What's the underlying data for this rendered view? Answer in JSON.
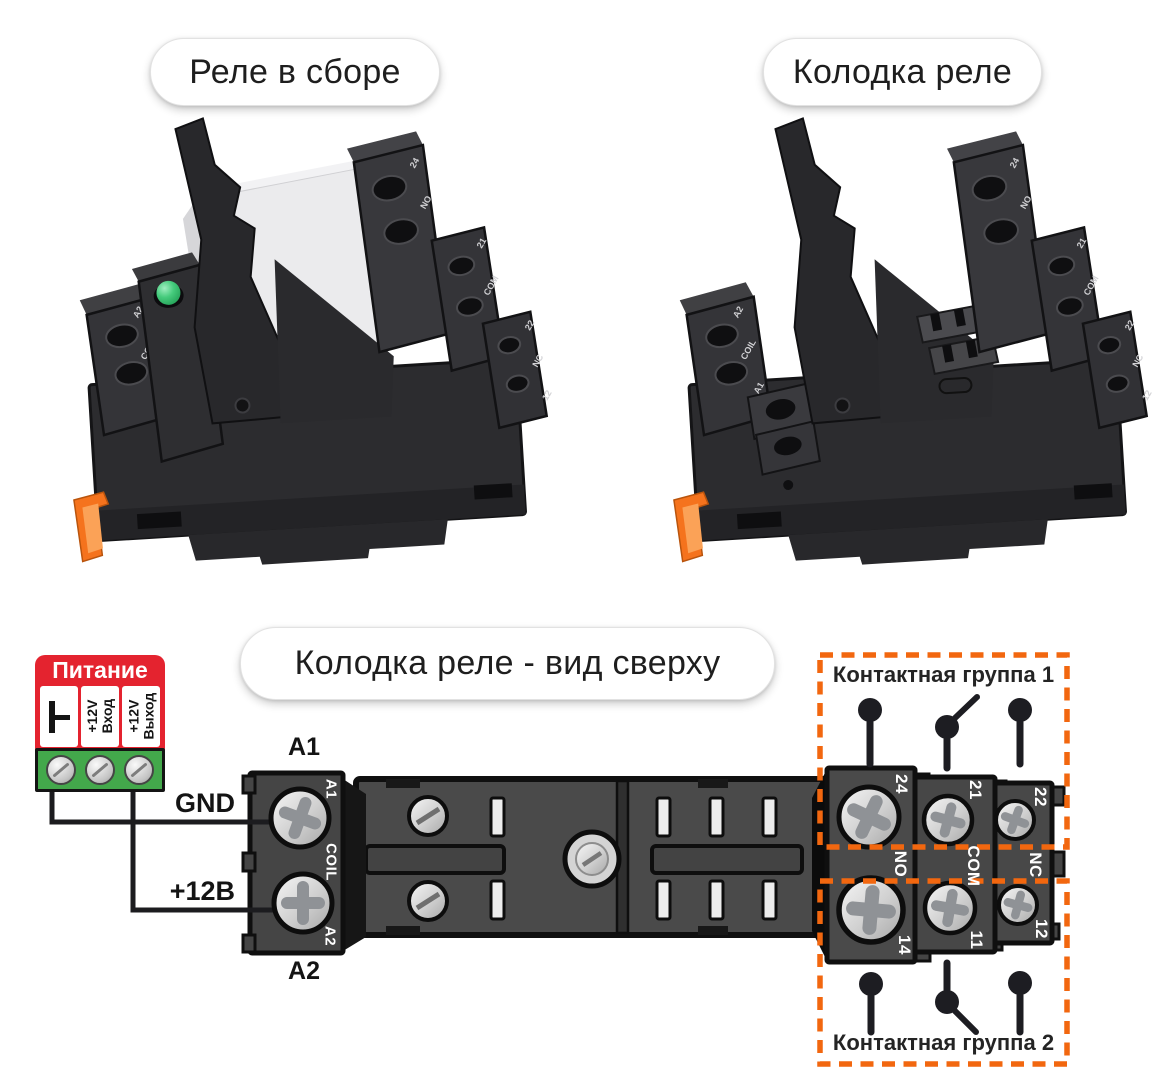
{
  "pills": {
    "relay_assembled": "Реле в сборе",
    "relay_socket": "Колодка реле",
    "top_view": "Колодка реле - вид сверху"
  },
  "power_block": {
    "header": "Питание",
    "ground_icon": "ground-symbol",
    "in_line1": "+12V",
    "in_line2": "Вход",
    "out_line1": "+12V",
    "out_line2": "Выход"
  },
  "wire_labels": {
    "gnd": "GND",
    "plus12v": "+12В"
  },
  "coil_block": {
    "top_label": "A1",
    "bottom_label": "A2",
    "side_top": "A1",
    "side_mid": "COIL",
    "side_bottom": "A2"
  },
  "contact_groups": {
    "group1": "Контактная группа 1",
    "group2": "Контактная группа 2"
  },
  "terminals": {
    "top": [
      "24",
      "21",
      "22"
    ],
    "mid": [
      "NO",
      "COM",
      "NC"
    ],
    "bottom": [
      "14",
      "11",
      "12"
    ]
  },
  "colors": {
    "accent_orange_dash": "#F2670F",
    "clip_orange": "#F5731D",
    "power_red": "#E4232F",
    "power_green": "#43A84B",
    "led_green": "#42C878",
    "body_dark": "#2B2B2E",
    "block_gray": "#474747",
    "wire_dark": "#1C1C1F"
  }
}
